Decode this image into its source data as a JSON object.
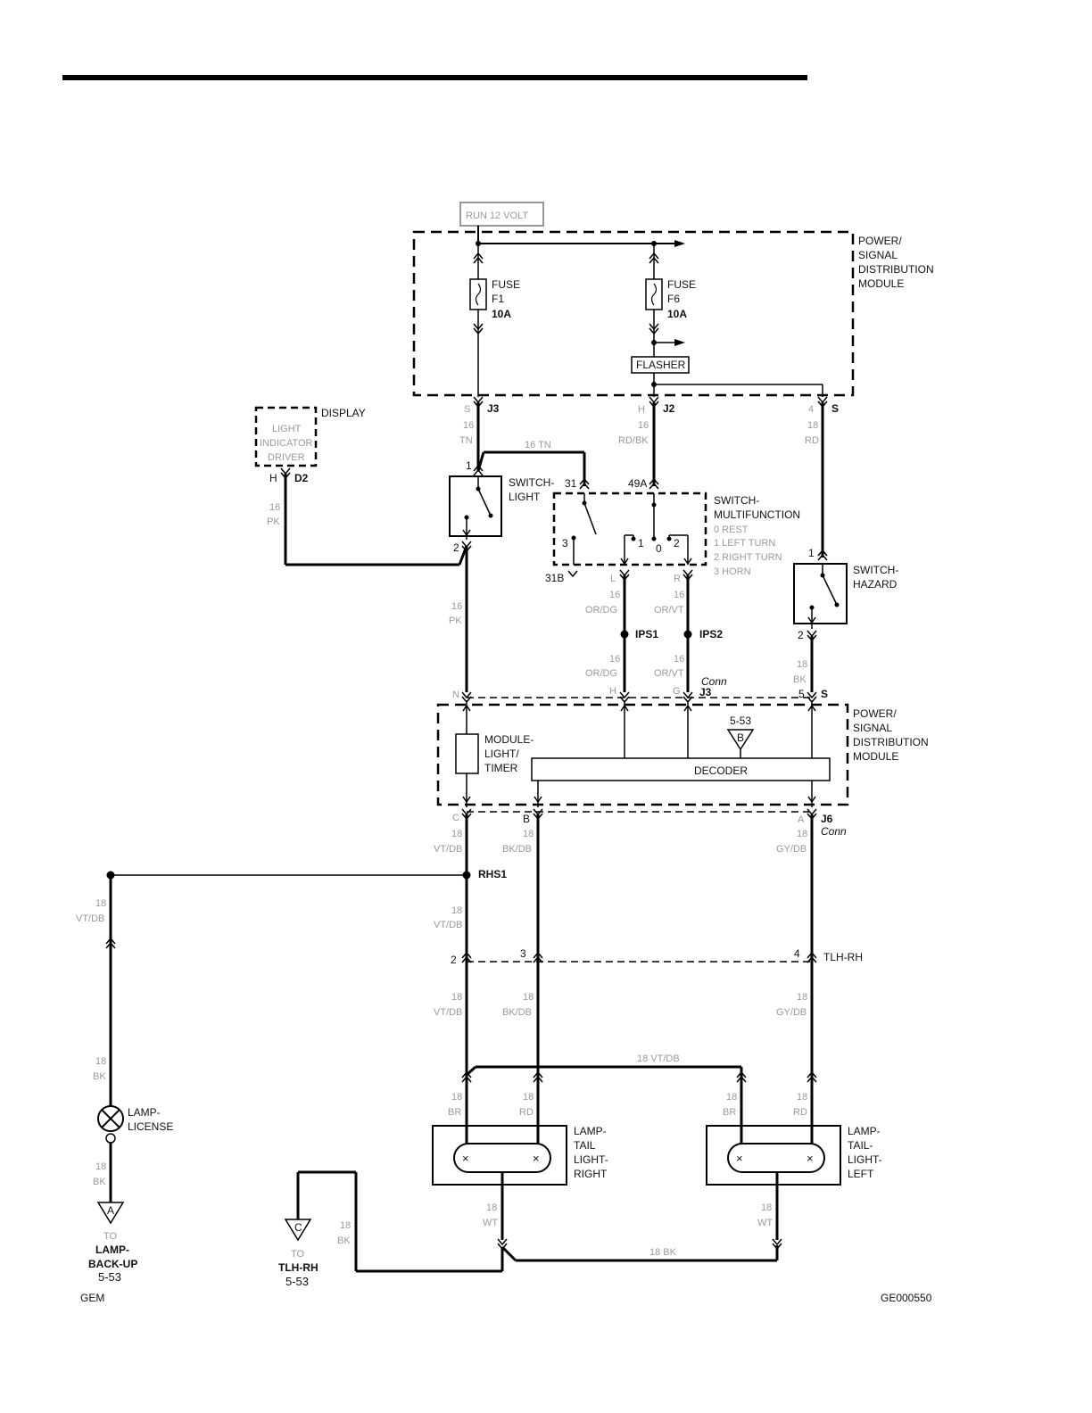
{
  "labels": {
    "run12v": "RUN 12 VOLT",
    "psdm_top": [
      "POWER/",
      "SIGNAL",
      "DISTRIBUTION",
      "MODULE"
    ],
    "psdm_bot": [
      "POWER/",
      "SIGNAL",
      "DISTRIBUTION",
      "MODULE"
    ],
    "fuse_f1": [
      "FUSE",
      "F1",
      "10A"
    ],
    "fuse_f6": [
      "FUSE",
      "F6",
      "10A"
    ],
    "flasher": "FLASHER",
    "display": "DISPLAY",
    "lid": [
      "LIGHT",
      "INDICATOR",
      "DRIVER"
    ],
    "d2_pin": "H",
    "d2": "D2",
    "sw_light": [
      "SWITCH-",
      "LIGHT"
    ],
    "sw_multi": [
      "SWITCH-",
      "MULTIFUNCTION"
    ],
    "sw_multi_pos": [
      "0 REST",
      "1 LEFT TURN",
      "2 RIGHT TURN",
      "3 HORN"
    ],
    "sw_hazard": [
      "SWITCH-",
      "HAZARD"
    ],
    "module_lt": [
      "MODULE-",
      "LIGHT/",
      "TIMER"
    ],
    "decoder": "DECODER",
    "ref_553": "5-53",
    "ref_b": "B",
    "ref_a": "A",
    "ref_c": "C",
    "ips1": "IPS1",
    "ips2": "IPS2",
    "rhs1": "RHS1",
    "tlh_rh": "TLH-RH",
    "j3_top": "J3",
    "j2": "J2",
    "s_top": "S",
    "s_mid": "S",
    "conn_j3": [
      "Conn",
      "J3"
    ],
    "conn_j6": [
      "J6",
      "Conn"
    ],
    "lamp_license": [
      "LAMP-",
      "LICENSE"
    ],
    "lamp_tlr": [
      "LAMP-",
      "TAIL",
      "LIGHT-",
      "RIGHT"
    ],
    "lamp_tll": [
      "LAMP-",
      "TAIL-",
      "LIGHT-",
      "LEFT"
    ],
    "to_backup": [
      "TO",
      "LAMP-",
      "BACK-UP",
      "5-53"
    ],
    "to_tlh": [
      "TO",
      "TLH-RH",
      "5-53"
    ],
    "gem": "GEM",
    "code": "GE000550"
  },
  "pins": {
    "j3_s": "S",
    "j2_h": "H",
    "s_4": "4",
    "swl_1": "1",
    "swl_2": "2",
    "m31": "31",
    "m49a": "49A",
    "m31b": "31B",
    "m3": "3",
    "m1": "1",
    "m0": "0",
    "m2": "2",
    "mL": "L",
    "mR": "R",
    "h1": "1",
    "h2": "2",
    "s5": "5",
    "cN": "N",
    "cH": "H",
    "cG": "G",
    "j6C": "C",
    "j6B": "B",
    "j6A": "A",
    "tlh2": "2",
    "tlh3": "3",
    "tlh4": "4"
  },
  "wires": {
    "w_j3": [
      "16",
      "TN"
    ],
    "w_j2": [
      "16",
      "RD/BK"
    ],
    "w_s4": [
      "18",
      "RD"
    ],
    "w_16tn": "16 TN",
    "w_pk_d2": [
      "16",
      "PK"
    ],
    "w_pk_sw": [
      "16",
      "PK"
    ],
    "w_ordg1": [
      "16",
      "OR/DG"
    ],
    "w_orvt1": [
      "16",
      "OR/VT"
    ],
    "w_ordg2": [
      "16",
      "OR/DG"
    ],
    "w_orvt2": [
      "16",
      "OR/VT"
    ],
    "w_hbk": [
      "18",
      "BK"
    ],
    "w_c": [
      "18",
      "VT/DB"
    ],
    "w_b": [
      "18",
      "BK/DB"
    ],
    "w_a": [
      "18",
      "GY/DB"
    ],
    "w_rhs": [
      "18",
      "VT/DB"
    ],
    "w_left": [
      "18",
      "VT/DB"
    ],
    "w_c2": [
      "18",
      "VT/DB"
    ],
    "w_b2": [
      "18",
      "BK/DB"
    ],
    "w_a2": [
      "18",
      "GY/DB"
    ],
    "w_18vtdb": "18 VT/DB",
    "w_br1": [
      "18",
      "BR"
    ],
    "w_rd1": [
      "18",
      "RD"
    ],
    "w_br2": [
      "18",
      "BR"
    ],
    "w_rd2": [
      "18",
      "RD"
    ],
    "w_lic_bk": [
      "18",
      "BK"
    ],
    "w_lic_bk2": [
      "18",
      "BK"
    ],
    "w_wt1": [
      "18",
      "WT"
    ],
    "w_wt2": [
      "18",
      "WT"
    ],
    "w_18bk": "18 BK",
    "w_c_bk": [
      "18",
      "BK"
    ]
  }
}
